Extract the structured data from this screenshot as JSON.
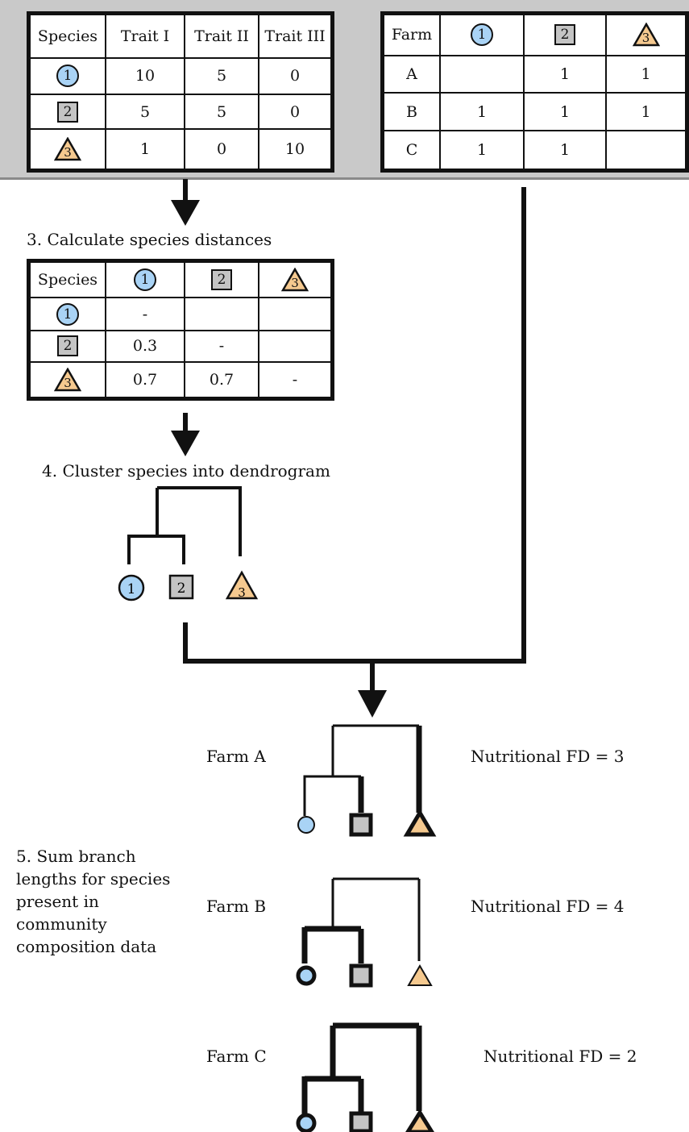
{
  "trait_table": {
    "headers": [
      "Species",
      "Trait I",
      "Trait II",
      "Trait III"
    ],
    "rows": [
      {
        "symbol": "1",
        "values": [
          "10",
          "5",
          "0"
        ]
      },
      {
        "symbol": "2",
        "values": [
          "5",
          "5",
          "0"
        ]
      },
      {
        "symbol": "3",
        "values": [
          "1",
          "0",
          "10"
        ]
      }
    ]
  },
  "farm_table": {
    "header": "Farm",
    "species_symbols": [
      "1",
      "2",
      "3"
    ],
    "rows": [
      {
        "farm": "A",
        "values": [
          "",
          "1",
          "1"
        ]
      },
      {
        "farm": "B",
        "values": [
          "1",
          "1",
          "1"
        ]
      },
      {
        "farm": "C",
        "values": [
          "1",
          "1",
          ""
        ]
      }
    ]
  },
  "step3": {
    "title": "3. Calculate species distances",
    "header": "Species",
    "species_symbols": [
      "1",
      "2",
      "3"
    ],
    "rows": [
      {
        "symbol": "1",
        "values": [
          "-",
          "",
          ""
        ]
      },
      {
        "symbol": "2",
        "values": [
          "0.3",
          "-",
          ""
        ]
      },
      {
        "symbol": "3",
        "values": [
          "0.7",
          "0.7",
          "-"
        ]
      }
    ]
  },
  "step4": {
    "title": "4. Cluster species into dendrogram",
    "leaves": [
      "1",
      "2",
      "3"
    ]
  },
  "step5": {
    "title": "5. Sum branch lengths for species present in community composition data",
    "lines": [
      "5. Sum branch",
      "lengths for species",
      "present in",
      "community",
      "composition data"
    ]
  },
  "farms": [
    {
      "name": "Farm A",
      "fd_label": "Nutritional FD = 3"
    },
    {
      "name": "Farm B",
      "fd_label": "Nutritional FD = 4"
    },
    {
      "name": "Farm C",
      "fd_label": "Nutritional FD = 2"
    }
  ],
  "colors": {
    "species1": "#a9d3f5",
    "species2": "#c4c4c4",
    "species3": "#f5c98f",
    "band": "#c9c9c9"
  }
}
